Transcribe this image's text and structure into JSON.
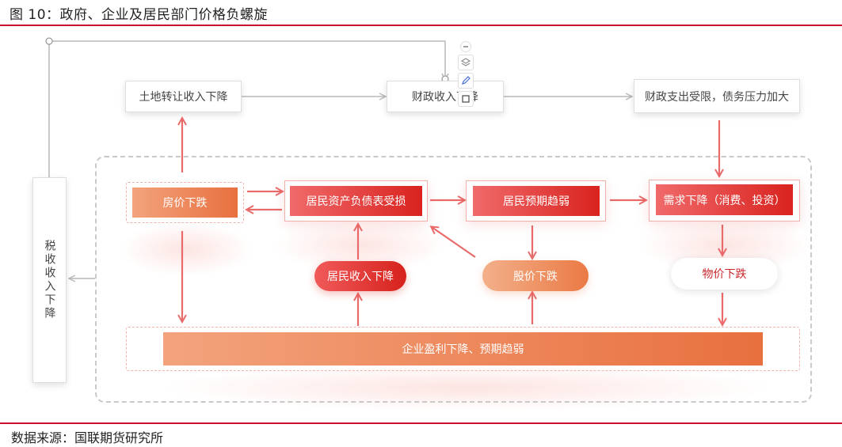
{
  "header": {
    "title": "图 10：政府、企业及居民部门价格负螺旋"
  },
  "footer": {
    "source": "数据来源：国联期货研究所"
  },
  "colors": {
    "accent_red": "#c8102e",
    "red_fill": "#d9231f",
    "orange_fill": "#e8703f"
  },
  "nodes": {
    "land_revenue": "土地转让收入下降",
    "fiscal_revenue": "财政收入下降",
    "fiscal_spending": "财政支出受限，债务压力加大",
    "tax_revenue": "税收收入下降",
    "house_price": "房价下跌",
    "household_balance": "居民资产负债表受损",
    "household_expectation": "居民预期趋弱",
    "demand": "需求下降（消费、投资）",
    "household_income": "居民收入下降",
    "stock_price": "股价下跌",
    "price_level": "物价下跌",
    "corporate": "企业盈利下降、预期趋弱"
  },
  "toolbar": {
    "icons": [
      "minus-circle-icon",
      "layers-icon",
      "pen-icon",
      "square-icon"
    ]
  }
}
